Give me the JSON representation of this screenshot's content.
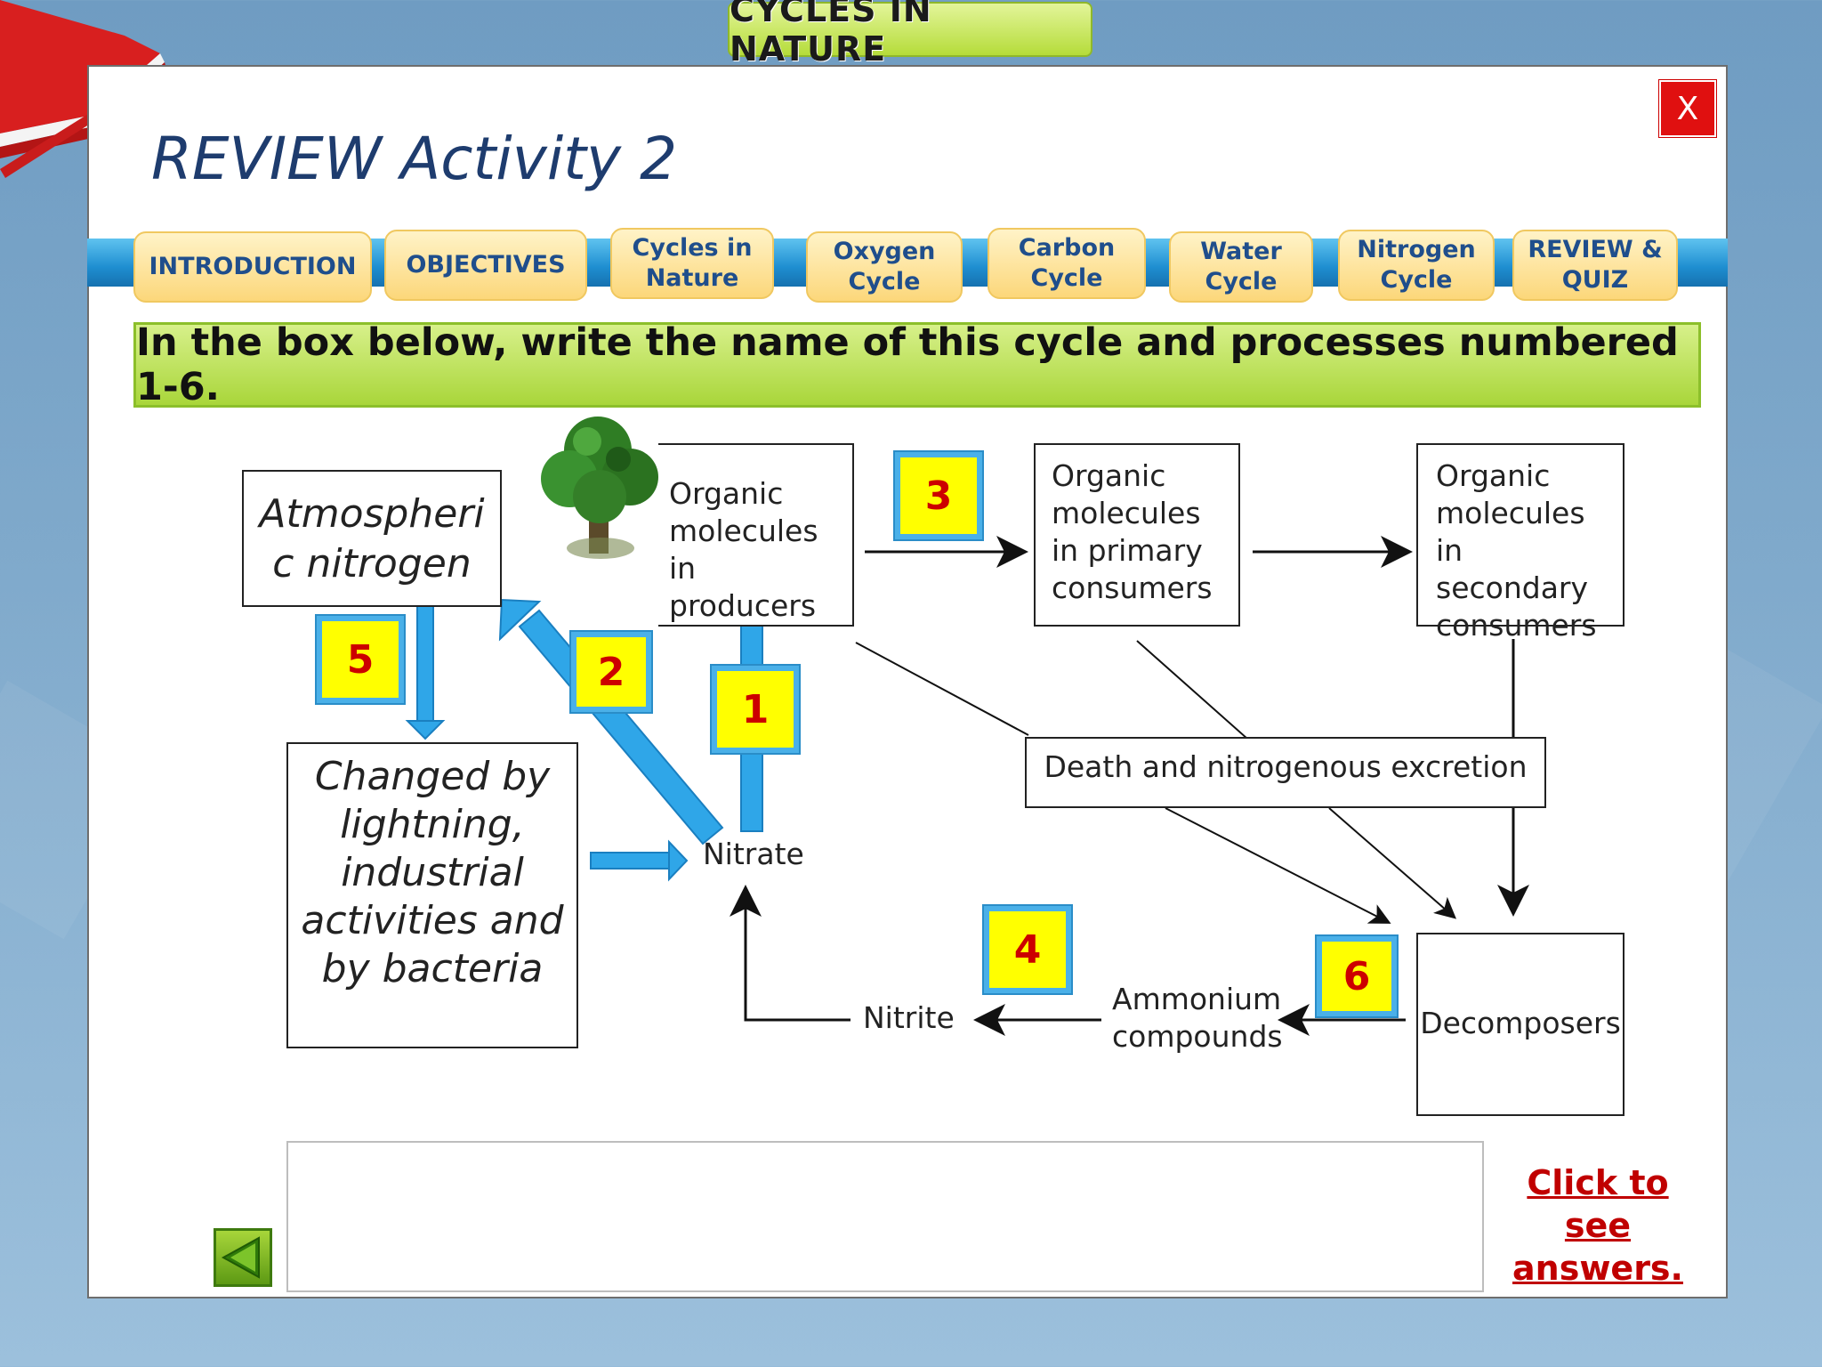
{
  "header": {
    "title": "CYCLES IN NATURE"
  },
  "panel": {
    "close_label": "X",
    "title": "REVIEW Activity 2"
  },
  "nav": {
    "tabs": [
      {
        "label": "INTRODUCTION"
      },
      {
        "label": "OBJECTIVES"
      },
      {
        "label": "Cycles in Nature"
      },
      {
        "label": "Oxygen Cycle"
      },
      {
        "label": "Carbon Cycle"
      },
      {
        "label": "Water Cycle"
      },
      {
        "label": "Nitrogen Cycle"
      },
      {
        "label": "REVIEW & QUIZ"
      }
    ]
  },
  "instruction": "In the box below, write the name of this cycle and processes numbered 1-6.",
  "diagram": {
    "atmospheric": "Atmospheric nitrogen",
    "producers": "Organic molecules in producers",
    "primary": "Organic molecules in primary consumers",
    "secondary": "Organic molecules in secondary consumers",
    "changed_by": "Changed by lightning, industrial activities and by bacteria",
    "death": "Death and nitrogenous excretion",
    "nitrate": "Nitrate",
    "nitrite": "Nitrite",
    "ammonium": "Ammonium compounds",
    "decomposers": "Decomposers",
    "numbers": [
      "1",
      "2",
      "3",
      "4",
      "5",
      "6"
    ]
  },
  "answer": {
    "input_value": "",
    "see_answers": "Click to see answers."
  },
  "icons": {
    "book": "book-icon",
    "tree": "tree-icon",
    "back": "back-arrow-icon"
  },
  "colors": {
    "title_bar": "#b5dc3a",
    "ribbon": "#1e8ed0",
    "tab_text": "#1f4e8c",
    "number_box": "#ffff00",
    "number_text": "#cc0000",
    "close": "#e01010",
    "link": "#c00000"
  }
}
